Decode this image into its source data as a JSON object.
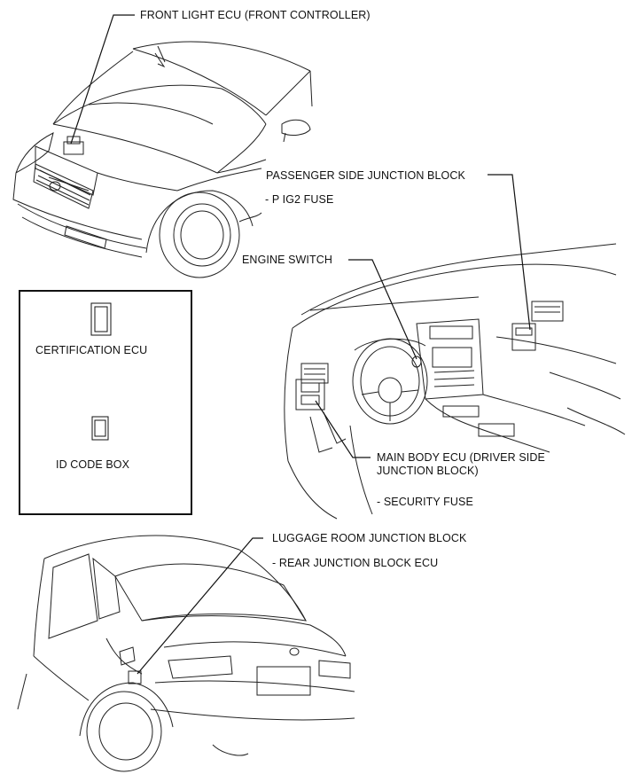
{
  "labels": {
    "front_light_ecu": "FRONT LIGHT ECU (FRONT CONTROLLER)",
    "passenger_jb": "PASSENGER SIDE JUNCTION BLOCK",
    "p_ig2_fuse": "- P IG2 FUSE",
    "engine_switch": "ENGINE SWITCH",
    "certification_ecu": "CERTIFICATION ECU",
    "id_code_box": "ID CODE BOX",
    "main_body_ecu_line1": "MAIN BODY ECU (DRIVER SIDE",
    "main_body_ecu_line2": "JUNCTION BLOCK)",
    "security_fuse": "- SECURITY FUSE",
    "luggage_jb": "LUGGAGE ROOM JUNCTION BLOCK",
    "rear_jb_ecu": "- REAR JUNCTION BLOCK ECU"
  }
}
